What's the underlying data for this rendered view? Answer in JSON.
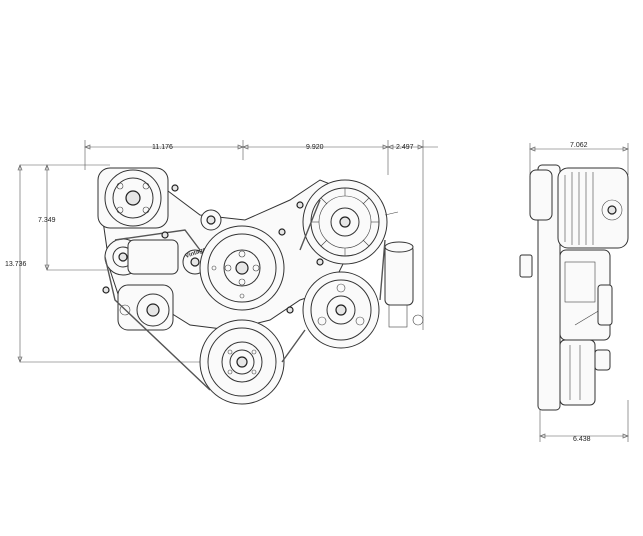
{
  "dimensions": {
    "width_left": "11.176",
    "width_mid": "9.920",
    "width_right": "2.497",
    "height_upper": "7.349",
    "height_total": "13.736",
    "side_top": "7.062",
    "side_bottom": "6.438"
  },
  "logo_text": "Vintage"
}
